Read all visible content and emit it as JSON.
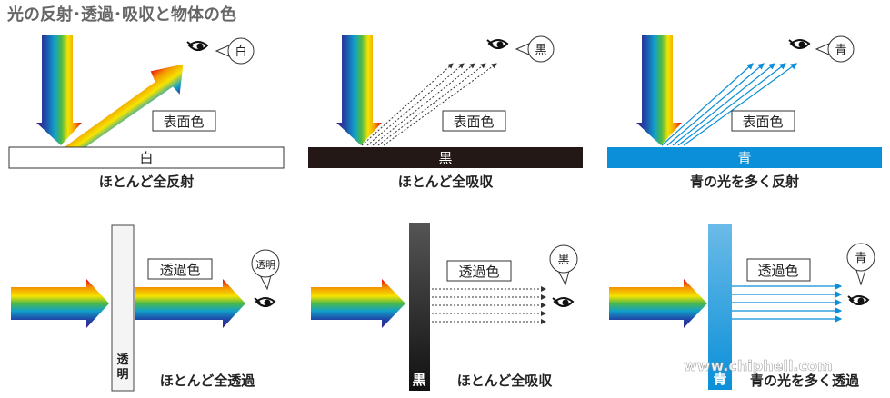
{
  "title": "光の反射･透過･吸収と物体の色",
  "colors": {
    "blue_surface": "#0a8fd8",
    "black_surface": "#231815",
    "label_text": "#222222",
    "title_text": "#666666"
  },
  "reflection": [
    {
      "surface": "白",
      "surface_label_color": "#222222",
      "seen_color": "白",
      "box": "表面色",
      "caption": "ほとんど全反射",
      "reflected": "rainbow-arrow"
    },
    {
      "surface": "黒",
      "surface_label_color": "#ffffff",
      "seen_color": "黒",
      "box": "表面色",
      "caption": "ほとんど全吸収",
      "reflected": "dotted-lines"
    },
    {
      "surface": "青",
      "surface_label_color": "#ffffff",
      "seen_color": "青",
      "box": "表面色",
      "caption": "青の光を多く反射",
      "reflected": "blue-lines"
    }
  ],
  "transmission": [
    {
      "surface": "透明",
      "seen_color": "透明",
      "box": "透過色",
      "caption": "ほとんど全透過",
      "transmitted": "rainbow-arrow"
    },
    {
      "surface": "黒",
      "seen_color": "黒",
      "box": "透過色",
      "caption": "ほとんど全吸収",
      "transmitted": "dotted-lines"
    },
    {
      "surface": "青",
      "seen_color": "青",
      "box": "透過色",
      "caption": "青の光を多く透過",
      "transmitted": "blue-lines"
    }
  ],
  "watermark": "www.chiphell.com",
  "icons": [
    "eye-icon",
    "speech-bubble-icon",
    "rainbow-arrow-icon"
  ]
}
